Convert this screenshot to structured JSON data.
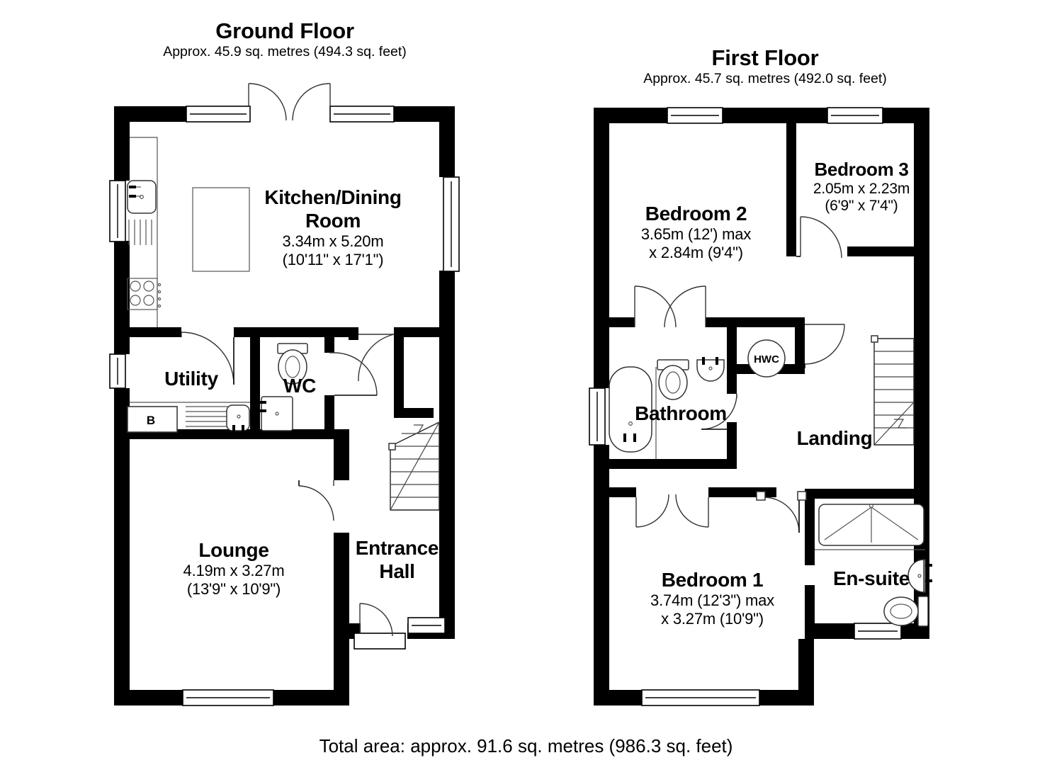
{
  "document": {
    "type": "floor-plan",
    "total_area": "Total area: approx. 91.6 sq. metres (986.3 sq. feet)"
  },
  "floors": [
    {
      "id": "ground",
      "title": "Ground Floor",
      "subtitle": "Approx. 45.9 sq. metres (494.3 sq. feet)",
      "rooms": [
        {
          "id": "kitchen-dining",
          "name": "Kitchen/Dining\nRoom",
          "name_lines": [
            "Kitchen/Dining",
            "Room"
          ],
          "dim_metric": "3.34m x 5.20m",
          "dim_imperial": "(10'11\" x 17'1\")"
        },
        {
          "id": "utility",
          "name": "Utility",
          "name_lines": [
            "Utility"
          ],
          "dim_metric": "",
          "dim_imperial": ""
        },
        {
          "id": "wc",
          "name": "WC",
          "name_lines": [
            "WC"
          ],
          "dim_metric": "",
          "dim_imperial": ""
        },
        {
          "id": "lounge",
          "name": "Lounge",
          "name_lines": [
            "Lounge"
          ],
          "dim_metric": "4.19m x 3.27m",
          "dim_imperial": "(13'9\" x 10'9\")"
        },
        {
          "id": "entrance-hall",
          "name": "Entrance Hall",
          "name_lines": [
            "Entrance",
            "Hall"
          ],
          "dim_metric": "",
          "dim_imperial": ""
        }
      ],
      "fixture_tags": [
        {
          "id": "boiler",
          "label": "B"
        }
      ]
    },
    {
      "id": "first",
      "title": "First Floor",
      "subtitle": "Approx. 45.7 sq. metres (492.0 sq. feet)",
      "rooms": [
        {
          "id": "bedroom-2",
          "name": "Bedroom 2",
          "name_lines": [
            "Bedroom 2"
          ],
          "dim_metric": "3.65m (12') max",
          "dim_imperial": "x 2.84m (9'4\")"
        },
        {
          "id": "bedroom-3",
          "name": "Bedroom 3",
          "name_lines": [
            "Bedroom 3"
          ],
          "dim_metric": "2.05m x 2.23m",
          "dim_imperial": "(6'9\" x 7'4\")"
        },
        {
          "id": "bathroom",
          "name": "Bathroom",
          "name_lines": [
            "Bathroom"
          ],
          "dim_metric": "",
          "dim_imperial": ""
        },
        {
          "id": "landing",
          "name": "Landing",
          "name_lines": [
            "Landing"
          ],
          "dim_metric": "",
          "dim_imperial": ""
        },
        {
          "id": "bedroom-1",
          "name": "Bedroom 1",
          "name_lines": [
            "Bedroom 1"
          ],
          "dim_metric": "3.74m (12'3\") max",
          "dim_imperial": "x 3.27m (10'9\")"
        },
        {
          "id": "en-suite",
          "name": "En-suite",
          "name_lines": [
            "En-suite"
          ],
          "dim_metric": "",
          "dim_imperial": ""
        }
      ],
      "fixture_tags": [
        {
          "id": "hot-water-cylinder",
          "label": "HWC"
        }
      ]
    }
  ],
  "colors": {
    "wall": "#000000",
    "background": "#ffffff",
    "fixture_stroke": "#333333"
  }
}
